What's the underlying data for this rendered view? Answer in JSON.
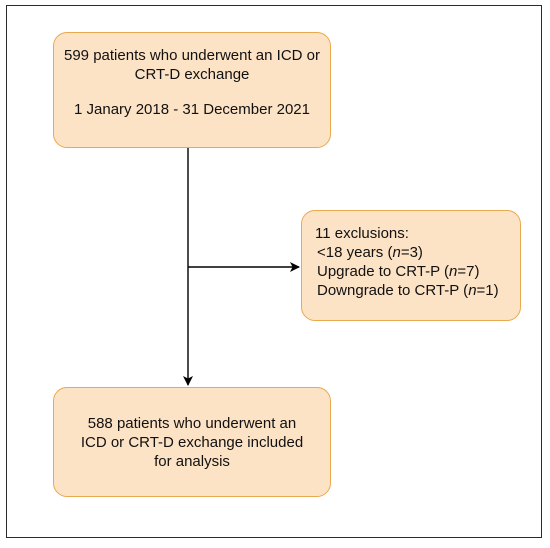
{
  "diagram": {
    "top_box": {
      "line1": "599 patients who underwent an ICD or CRT-D exchange",
      "line2": "1 Janary 2018 - 31 December 2021"
    },
    "exclusion_box": {
      "title": "11 exclusions:",
      "items": [
        {
          "prefix": "<18 years (",
          "var": "n",
          "suffix": "=3)"
        },
        {
          "prefix": "Upgrade to CRT-P (",
          "var": "n",
          "suffix": "=7)"
        },
        {
          "prefix": "Downgrade to CRT-P (",
          "var": "n",
          "suffix": "=1)"
        }
      ]
    },
    "bottom_box": {
      "text": "588 patients who underwent an ICD or CRT-D exchange included for analysis"
    },
    "colors": {
      "box_fill": "#fde3c6",
      "box_border": "#e8a94f",
      "arrow": "#000000",
      "frame": "#2b2b2b"
    }
  }
}
